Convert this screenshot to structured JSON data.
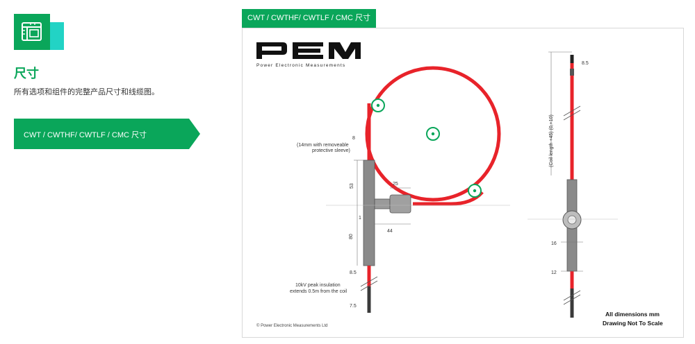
{
  "section": {
    "icon": "ruler-grid-icon",
    "title": "尺寸",
    "description": "所有选项和组件的完整产品尺寸和线缆图。"
  },
  "nav": {
    "item_label": "CWT / CWTHF/ CWTLF / CMC 尺寸"
  },
  "tab": {
    "label": "CWT / CWTHF/ CWTLF / CMC 尺寸"
  },
  "drawing": {
    "logo_text": "PEM",
    "logo_subtitle": "Power Electronic Measurements",
    "dim_8": "8",
    "note_removable": "(14mm with removeable",
    "note_removable_2": "protective sleeve)",
    "dim_53": "53",
    "dim_25": "25",
    "dim_1": "1",
    "dim_44": "44",
    "dim_80": "80",
    "dim_85": "8.5",
    "note_peak_1": "10kV peak insulation",
    "note_peak_2": "extends 0.5m from the coil",
    "dim_75": "7.5",
    "copyright": "© Power Electronic Measurements Ltd",
    "right_dim_85": "8.5",
    "coil_length": "(Coil length +45) (0,+10)",
    "right_dim_16": "16",
    "right_dim_12": "12",
    "footer_1": "All dimensions mm",
    "footer_2": "Drawing Not To Scale"
  },
  "colors": {
    "brand_green": "#0aa65a",
    "cable_red": "#e8232a",
    "body_grey": "#8a8a8a",
    "cable_dark": "#3a3a3a"
  }
}
